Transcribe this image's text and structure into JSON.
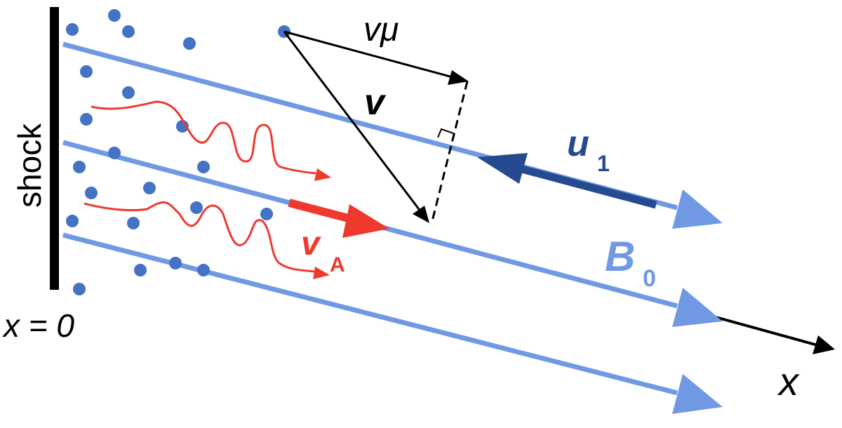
{
  "labels": {
    "shock": "shock",
    "origin": "x = 0",
    "v_mu": "vμ",
    "v_vec": "v",
    "u_main": "u",
    "u_sub": "1",
    "b_main": "B",
    "b_sub": "0",
    "va_main": "v",
    "va_sub": "A",
    "x_axis": "x"
  },
  "colors": {
    "field_line": "#7199e3",
    "particle": "#4472c4",
    "wave": "#ee3a2e",
    "flow": "#254a8f",
    "black": "#000000"
  }
}
